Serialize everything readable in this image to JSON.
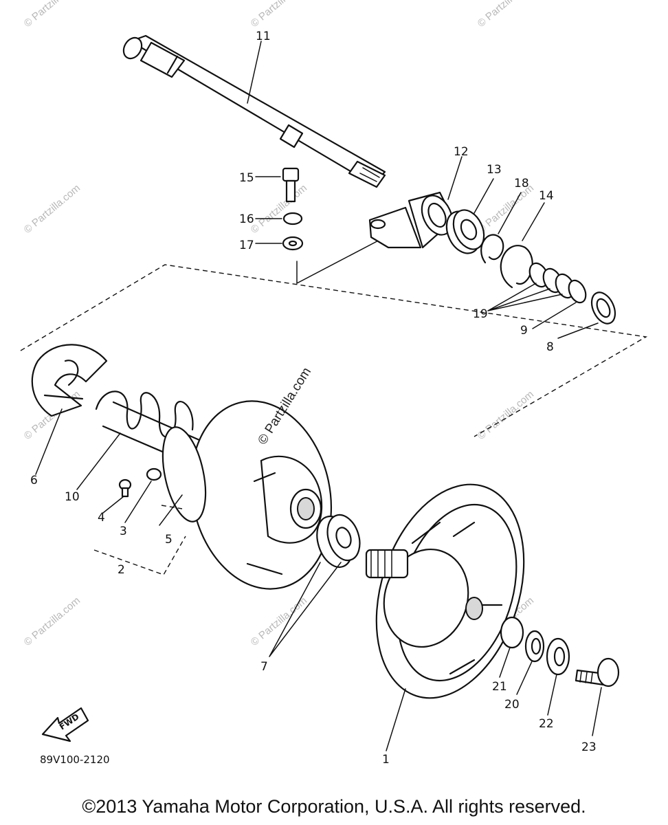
{
  "diagram": {
    "callouts": {
      "c1": "1",
      "c2": "2",
      "c3": "3",
      "c4": "4",
      "c5": "5",
      "c6": "6",
      "c7": "7",
      "c8": "8",
      "c9": "9",
      "c10": "10",
      "c11": "11",
      "c12": "12",
      "c13": "13",
      "c14": "14",
      "c15": "15",
      "c16": "16",
      "c17": "17",
      "c18": "18",
      "c19": "19",
      "c20": "20",
      "c21": "21",
      "c22": "22",
      "c23": "23"
    },
    "fwd_label": "FWD",
    "reference_code": "89V100-2120",
    "watermark_text": "© Partzilla.com",
    "center_watermark_text": "© Partzilla.com"
  },
  "footer": {
    "copyright": "©2013 Yamaha Motor Corporation, U.S.A. All rights reserved."
  }
}
